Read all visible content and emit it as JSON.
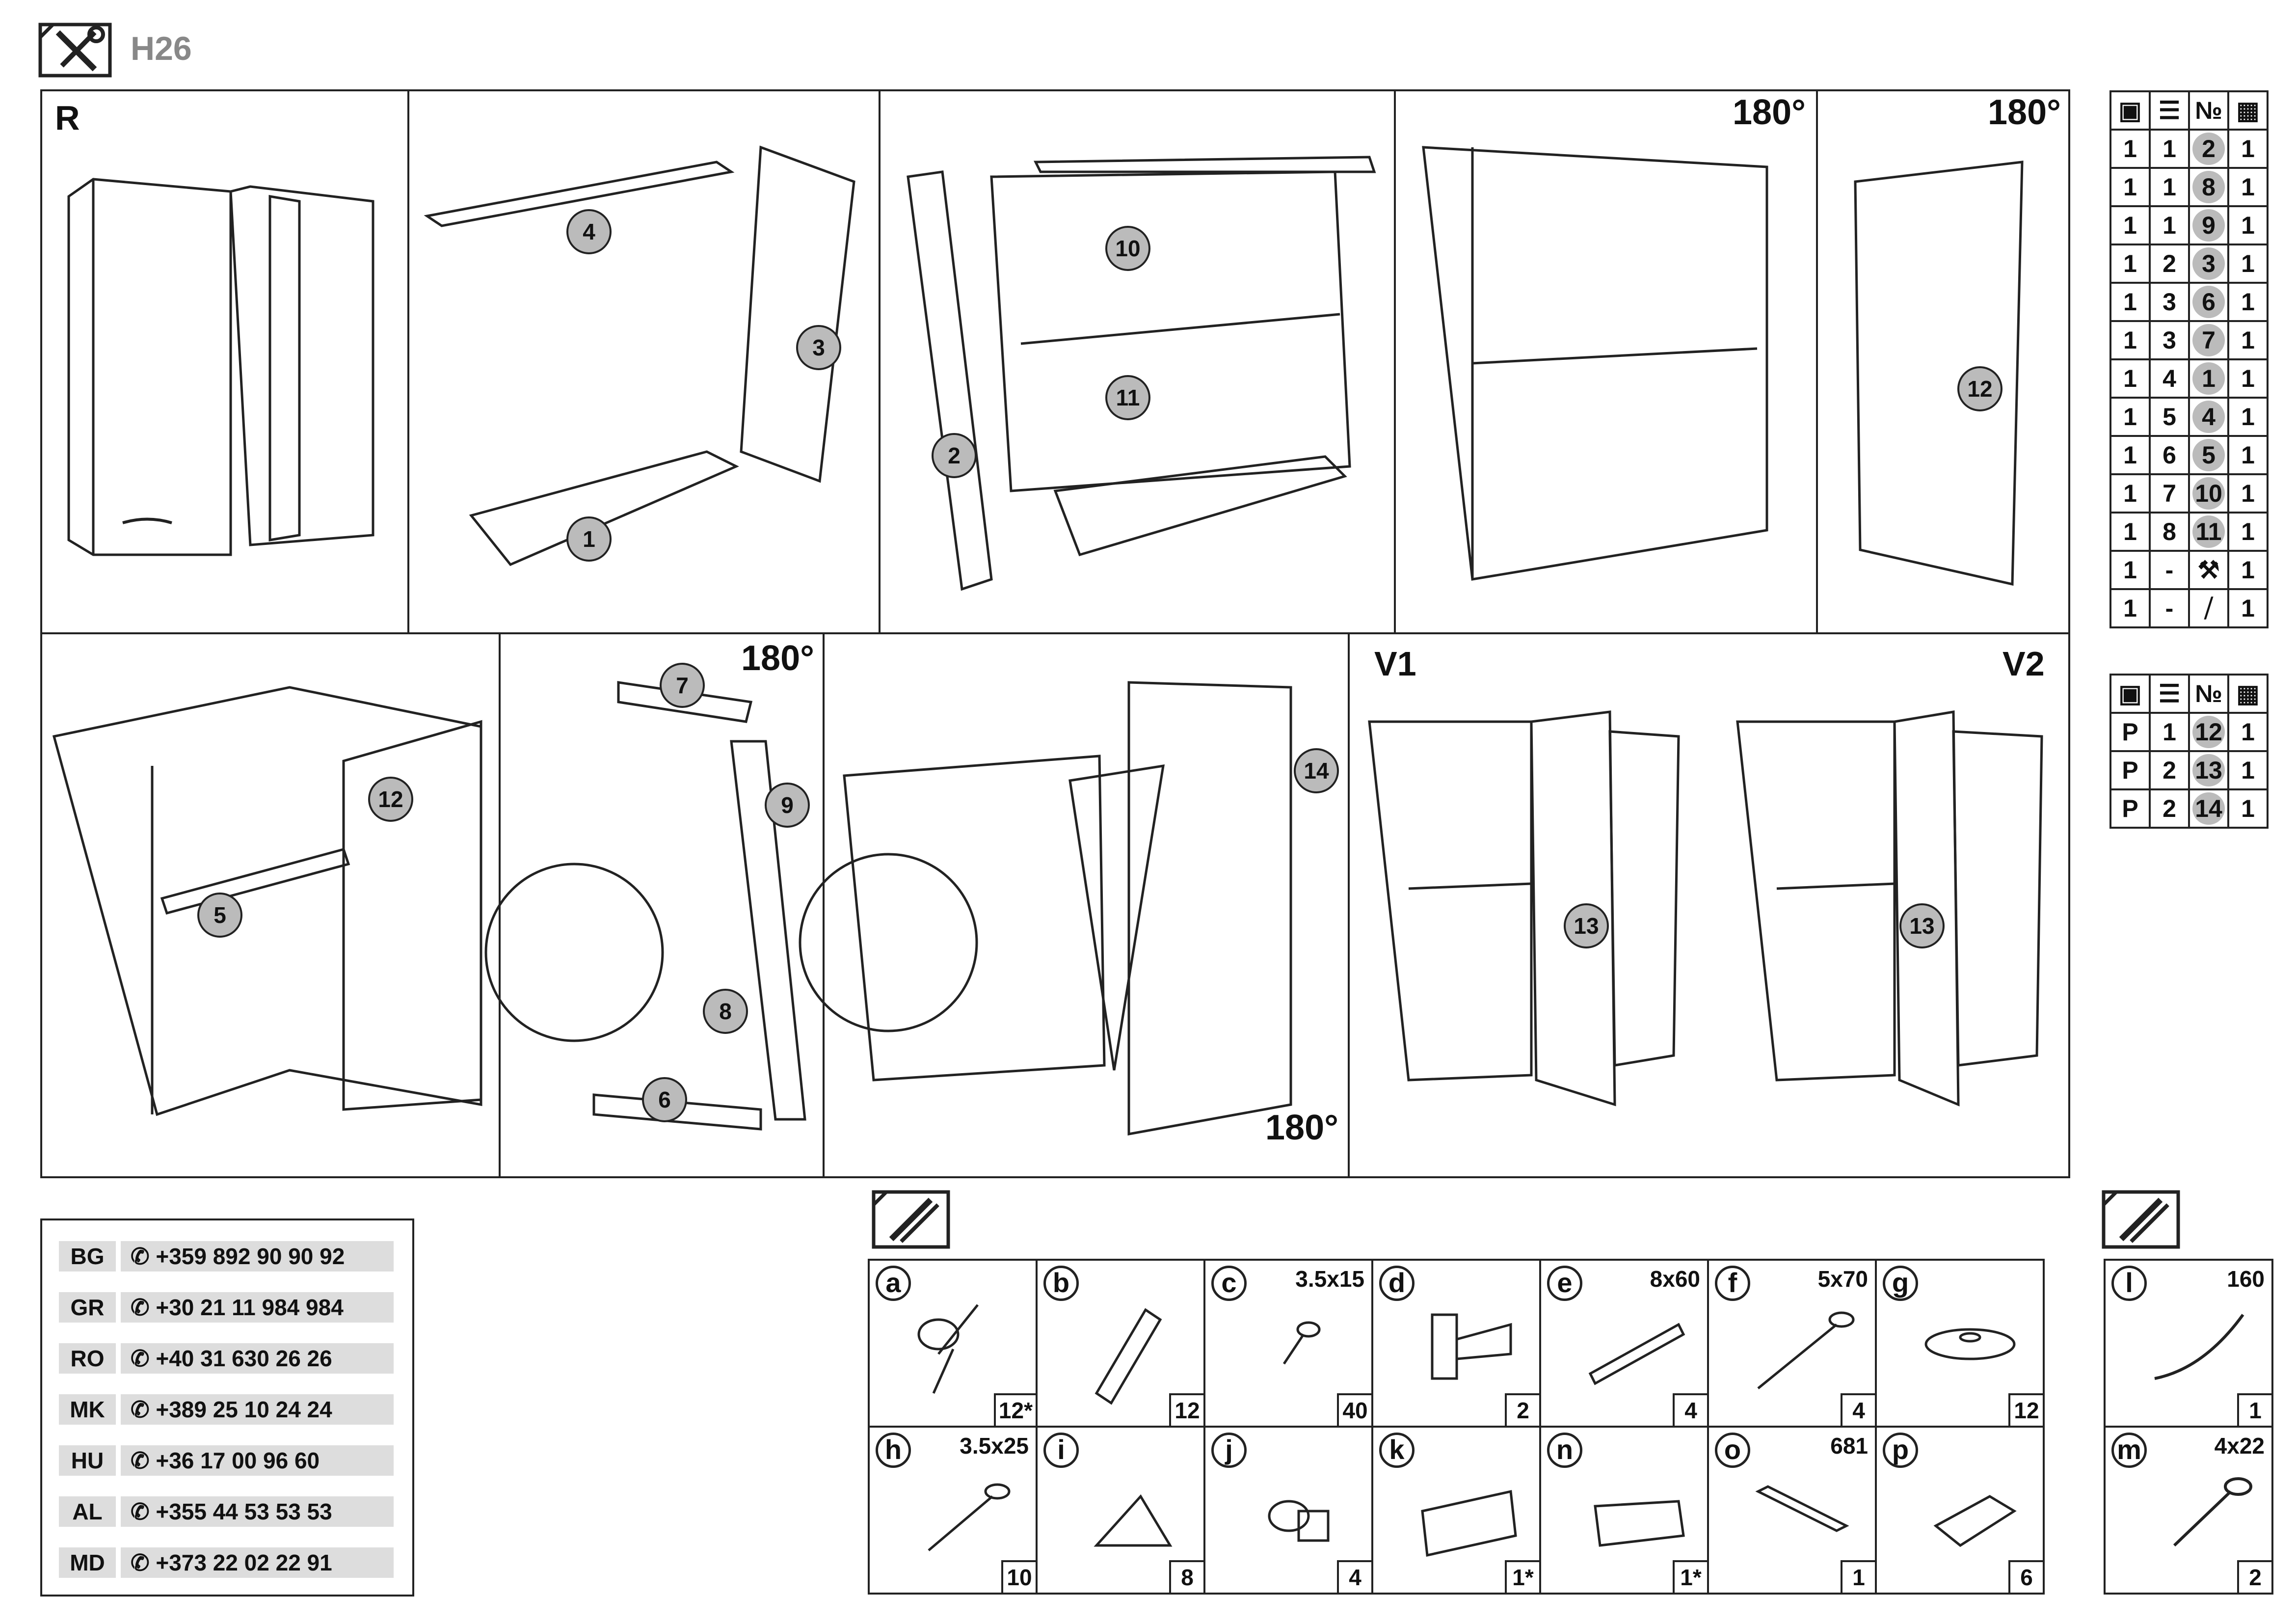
{
  "header": {
    "code": "H26",
    "tool_icon": "assembly-tools-icon"
  },
  "panels": {
    "r_label": "R",
    "v1_label": "V1",
    "v2_label": "V2",
    "rotate_label": "180°"
  },
  "parts_table": {
    "header_icons": [
      "box-icon",
      "layers-icon",
      "№",
      "quantity-icon"
    ],
    "header_no": "№",
    "rows": [
      [
        "1",
        "1",
        "2",
        "1"
      ],
      [
        "1",
        "1",
        "8",
        "1"
      ],
      [
        "1",
        "1",
        "9",
        "1"
      ],
      [
        "1",
        "2",
        "3",
        "1"
      ],
      [
        "1",
        "3",
        "6",
        "1"
      ],
      [
        "1",
        "3",
        "7",
        "1"
      ],
      [
        "1",
        "4",
        "1",
        "1"
      ],
      [
        "1",
        "5",
        "4",
        "1"
      ],
      [
        "1",
        "6",
        "5",
        "1"
      ],
      [
        "1",
        "7",
        "10",
        "1"
      ],
      [
        "1",
        "8",
        "11",
        "1"
      ]
    ],
    "tool_rows": [
      [
        "1",
        "-",
        "tools-icon",
        "1"
      ],
      [
        "1",
        "-",
        "hardware-icon",
        "1"
      ]
    ]
  },
  "parts_table2": {
    "rows": [
      [
        "P",
        "1",
        "12",
        "1"
      ],
      [
        "P",
        "2",
        "13",
        "1"
      ],
      [
        "P",
        "2",
        "14",
        "1"
      ]
    ]
  },
  "contacts": [
    {
      "code": "BG",
      "phone": "+359 892 90 90 92"
    },
    {
      "code": "GR",
      "phone": "+30 21 11 984 984"
    },
    {
      "code": "RO",
      "phone": "+40 31 630 26 26"
    },
    {
      "code": "MK",
      "phone": "+389 25 10 24 24"
    },
    {
      "code": "HU",
      "phone": "+36 17 00 96 60"
    },
    {
      "code": "AL",
      "phone": "+355 44 53 53 53"
    },
    {
      "code": "MD",
      "phone": "+373 22 02 22 91"
    }
  ],
  "hardware": [
    {
      "letter": "a",
      "size": "",
      "qty": "12*"
    },
    {
      "letter": "b",
      "size": "",
      "qty": "12"
    },
    {
      "letter": "c",
      "size": "3.5x15",
      "qty": "40"
    },
    {
      "letter": "d",
      "size": "",
      "qty": "2"
    },
    {
      "letter": "e",
      "size": "8x60",
      "qty": "4"
    },
    {
      "letter": "f",
      "size": "5x70",
      "qty": "4"
    },
    {
      "letter": "g",
      "size": "",
      "qty": "12"
    },
    {
      "letter": "h",
      "size": "3.5x25",
      "qty": "10"
    },
    {
      "letter": "i",
      "size": "",
      "qty": "8"
    },
    {
      "letter": "j",
      "size": "",
      "qty": "4"
    },
    {
      "letter": "k",
      "size": "",
      "qty": "1*"
    },
    {
      "letter": "n",
      "size": "",
      "qty": "1*"
    },
    {
      "letter": "o",
      "size": "681",
      "qty": "1"
    },
    {
      "letter": "p",
      "size": "",
      "qty": "6"
    }
  ],
  "hardware_side": [
    {
      "letter": "l",
      "size": "160",
      "qty": "1"
    },
    {
      "letter": "m",
      "size": "4x22",
      "qty": "2"
    }
  ]
}
